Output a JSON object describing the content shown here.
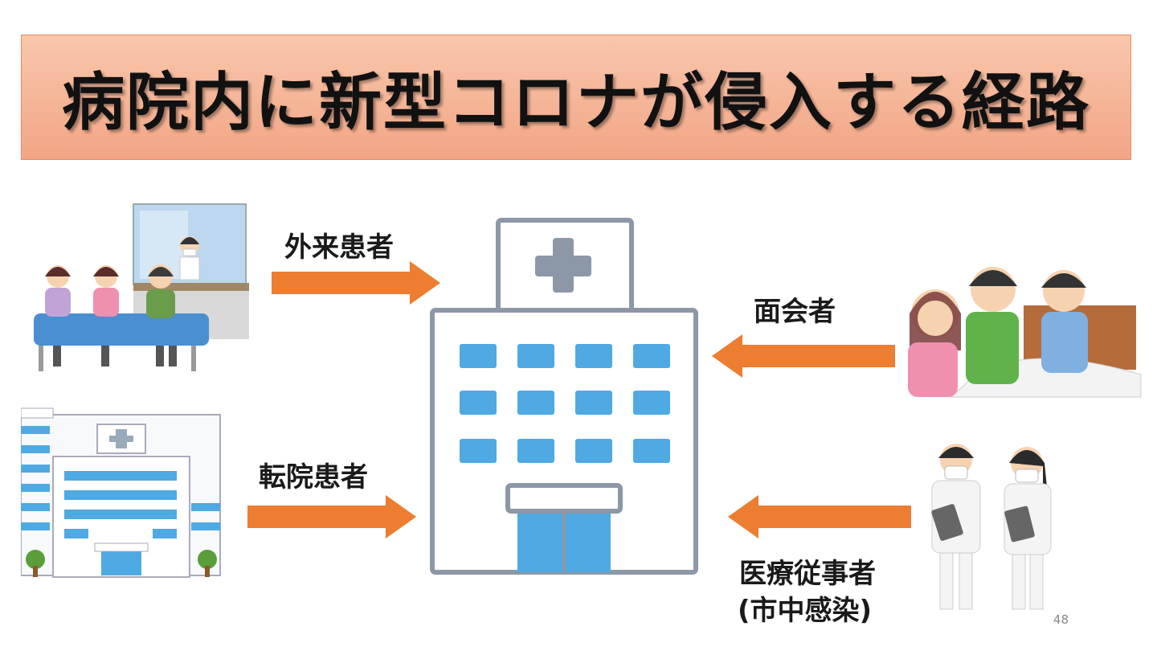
{
  "title": "病院内に新型コロナが侵入する経路",
  "routes": {
    "outpatient": "外来患者",
    "transfer": "転院患者",
    "visitor": "面会者",
    "staff_line1": "医療従事者",
    "staff_line2": "(市中感染)"
  },
  "page_number": "48",
  "colors": {
    "arrow": "#ed7d31",
    "title_bg": "#f6b394",
    "building_window": "#4fa9e2"
  }
}
